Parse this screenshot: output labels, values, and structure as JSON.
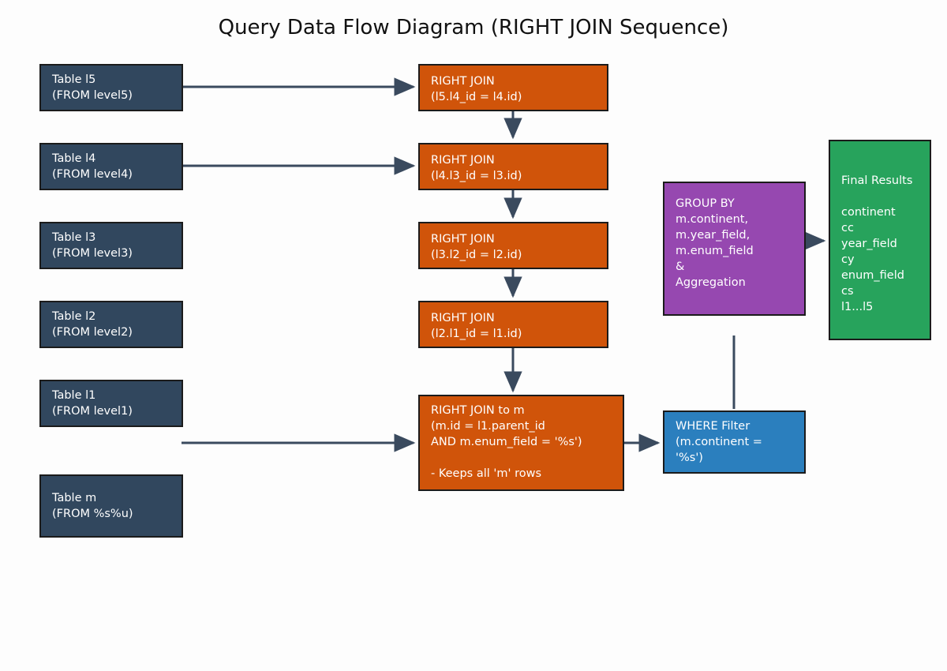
{
  "title": "Query Data Flow Diagram (RIGHT JOIN Sequence)",
  "palette": {
    "table": "#31475e",
    "join": "#d0540a",
    "group_by": "#9648b0",
    "where": "#2b7fbe",
    "result": "#27a35c",
    "edge": "#3a4a5e",
    "border": "#1b1b1b",
    "background": "#fdfdfd",
    "text": "#ffffff"
  },
  "nodes": {
    "table_l5": {
      "label": "Table l5\n(FROM level5)"
    },
    "table_l4": {
      "label": "Table l4\n(FROM level4)"
    },
    "table_l3": {
      "label": "Table l3\n(FROM level3)"
    },
    "table_l2": {
      "label": "Table l2\n(FROM level2)"
    },
    "table_l1": {
      "label": "Table l1\n(FROM level1)"
    },
    "table_m": {
      "label": "Table m\n(FROM %s%u)"
    },
    "join_l5_l4": {
      "label": "RIGHT JOIN\n(l5.l4_id = l4.id)"
    },
    "join_l4_l3": {
      "label": "RIGHT JOIN\n(l4.l3_id = l3.id)"
    },
    "join_l3_l2": {
      "label": "RIGHT JOIN\n(l3.l2_id = l2.id)"
    },
    "join_l2_l1": {
      "label": "RIGHT JOIN\n(l2.l1_id = l1.id)"
    },
    "join_to_m": {
      "label": "RIGHT JOIN to m\n(m.id = l1.parent_id\nAND m.enum_field = '%s')\n\n- Keeps all 'm' rows"
    },
    "group_by": {
      "label": "GROUP BY\nm.continent,\nm.year_field,\nm.enum_field\n&\nAggregation"
    },
    "where_filter": {
      "label": "WHERE Filter\n(m.continent = '%s')"
    },
    "final_results": {
      "label": "Final Results\n\ncontinent\ncc\nyear_field\ncy\nenum_field\ncs\nl1...l5"
    }
  },
  "edges": [
    {
      "name": "edge-table-l5-to-join-l5-l4",
      "from": "table_l5",
      "to": "join_l5_l4",
      "arrow": true
    },
    {
      "name": "edge-table-l4-to-join-l4-l3",
      "from": "table_l4",
      "to": "join_l4_l3",
      "arrow": true
    },
    {
      "name": "edge-table-m-to-join-to-m",
      "from": "table_m",
      "to": "join_to_m",
      "arrow": true
    },
    {
      "name": "edge-join-l5-l4-to-join-l4-l3",
      "from": "join_l5_l4",
      "to": "join_l4_l3",
      "arrow": true
    },
    {
      "name": "edge-join-l4-l3-to-join-l3-l2",
      "from": "join_l4_l3",
      "to": "join_l3_l2",
      "arrow": true
    },
    {
      "name": "edge-join-l3-l2-to-join-l2-l1",
      "from": "join_l3_l2",
      "to": "join_l2_l1",
      "arrow": true
    },
    {
      "name": "edge-join-l2-l1-to-join-to-m",
      "from": "join_l2_l1",
      "to": "join_to_m",
      "arrow": true
    },
    {
      "name": "edge-join-to-m-to-where-filter",
      "from": "join_to_m",
      "to": "where_filter",
      "arrow": true
    },
    {
      "name": "edge-where-filter-to-group-by",
      "from": "where_filter",
      "to": "group_by",
      "arrow": false
    },
    {
      "name": "edge-group-by-to-final-results",
      "from": "group_by",
      "to": "final_results",
      "arrow": true
    }
  ]
}
